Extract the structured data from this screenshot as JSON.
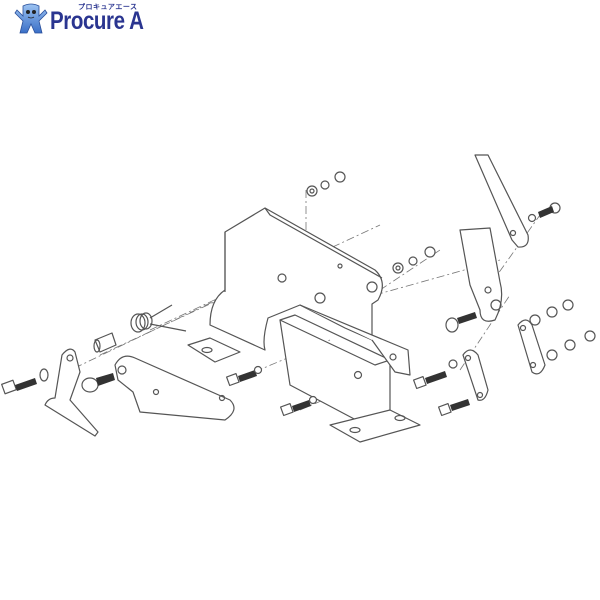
{
  "logo": {
    "brand": "Procure A",
    "kana": "プロキュアエース",
    "mascot_icon": "blue-mascot-icon",
    "brand_color": "#2a3590",
    "mascot_color": "#5b8fd8"
  },
  "drawing": {
    "type": "exploded-view line drawing",
    "subject": "lever shear / cutter frame assembly",
    "line_color": "#555555",
    "parts": [
      "main-frame",
      "base-flange",
      "blade-plate",
      "spring",
      "spacer",
      "foot-bracket",
      "lever-arm",
      "link-plate-left",
      "link-plate-right",
      "handle-socket",
      "bolts",
      "nuts",
      "washers"
    ]
  }
}
